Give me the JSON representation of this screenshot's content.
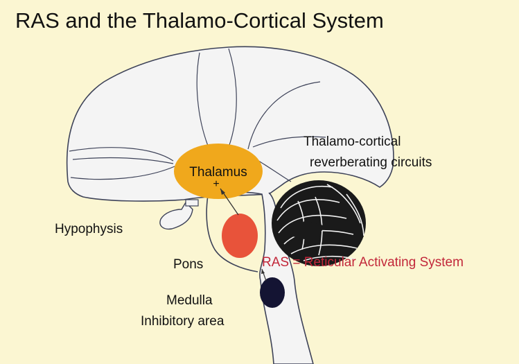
{
  "title": "RAS and the Thalamo-Cortical System",
  "labels": {
    "thalamus": "Thalamus",
    "circuits_line1": "Thalamo-cortical",
    "circuits_line2": "reverberating circuits",
    "hypophysis": "Hypophysis",
    "pons": "Pons",
    "ras": "RAS = Reticular Activating System",
    "medulla_line1": "Medulla",
    "medulla_line2": "Inhibitory area"
  },
  "colors": {
    "background": "#fbf6d2",
    "brain_fill": "#f4f4f4",
    "outline": "#3d4258",
    "thalamus": "#f0a81c",
    "ras_region": "#e8533a",
    "medulla_region": "#141433",
    "ras_text": "#c2273a"
  }
}
